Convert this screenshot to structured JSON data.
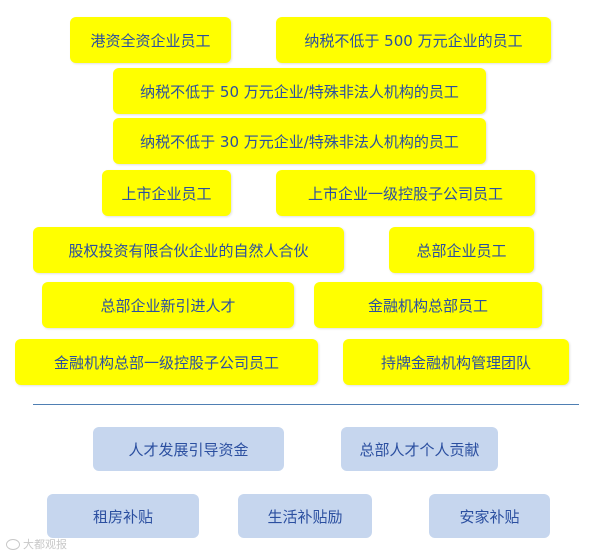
{
  "eligibility": {
    "items": [
      "港资全资企业员工",
      "纳税不低于 500 万元企业的员工",
      "纳税不低于 50 万元企业/特殊非法人机构的员工",
      "纳税不低于 30 万元企业/特殊非法人机构的员工",
      "上市企业员工",
      "上市企业一级控股子公司员工",
      "股权投资有限合伙企业的自然人合伙",
      "总部企业员工",
      "总部企业新引进人才",
      "金融机构总部员工",
      "金融机构总部一级控股子公司员工",
      "持牌金融机构管理团队"
    ]
  },
  "benefits": {
    "items": [
      "人才发展引导资金",
      "总部人才个人贡献",
      "租房补贴",
      "生活补贴励",
      "安家补贴"
    ]
  },
  "watermark": {
    "text": "大都观报"
  },
  "colors": {
    "eligibility_fill": "#ffff00",
    "benefit_fill": "#c6d6ee",
    "text": "#2b4fa0",
    "divider": "#4f7fb3"
  }
}
